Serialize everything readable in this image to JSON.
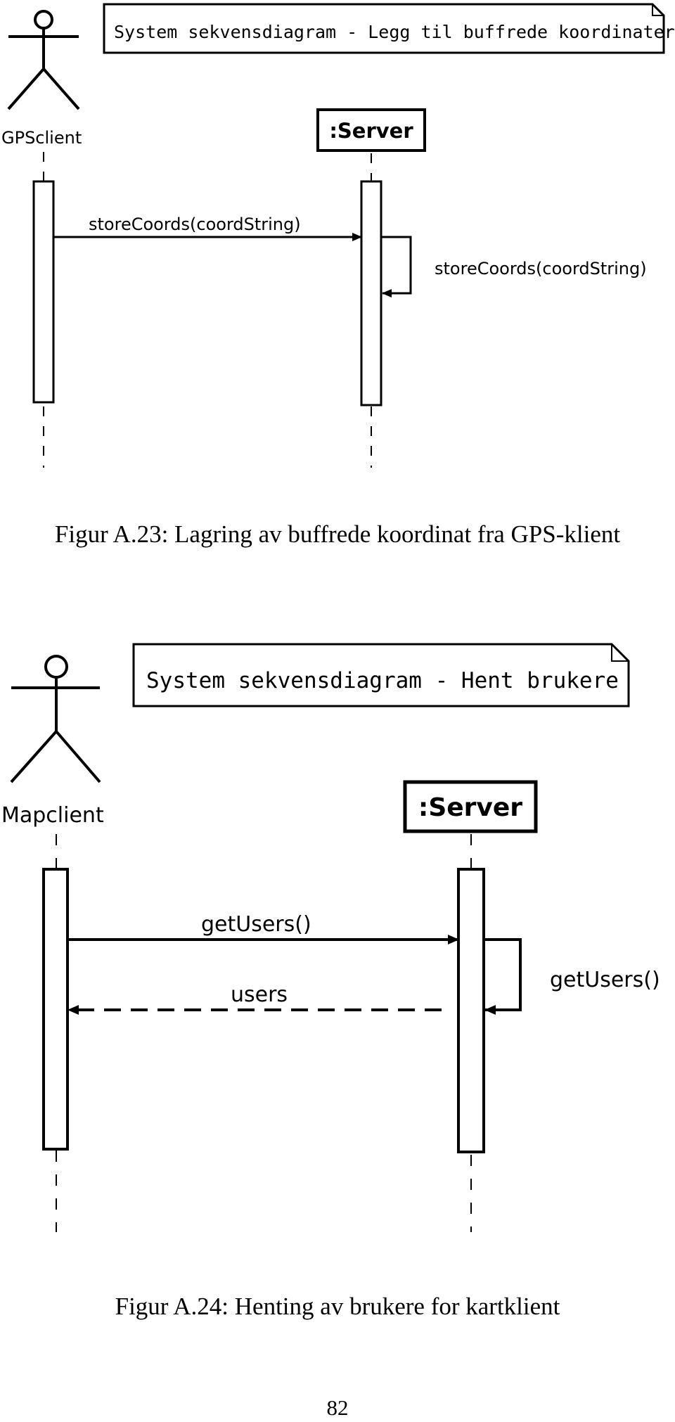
{
  "figures": [
    {
      "note": "System sekvensdiagram - Legg til buffrede koordinater",
      "actor": "GPSclient",
      "server": ":Server",
      "call": "storeCoords(coordString)",
      "self_call": "storeCoords(coordString)",
      "caption": "Figur A.23: Lagring av buffrede koordinat fra GPS-klient"
    },
    {
      "note": "System sekvensdiagram - Hent brukere",
      "actor": "Mapclient",
      "server": ":Server",
      "call": "getUsers()",
      "self_call": "getUsers()",
      "return": "users",
      "caption": "Figur A.24: Henting av brukere for kartklient"
    }
  ],
  "page_number": "82"
}
